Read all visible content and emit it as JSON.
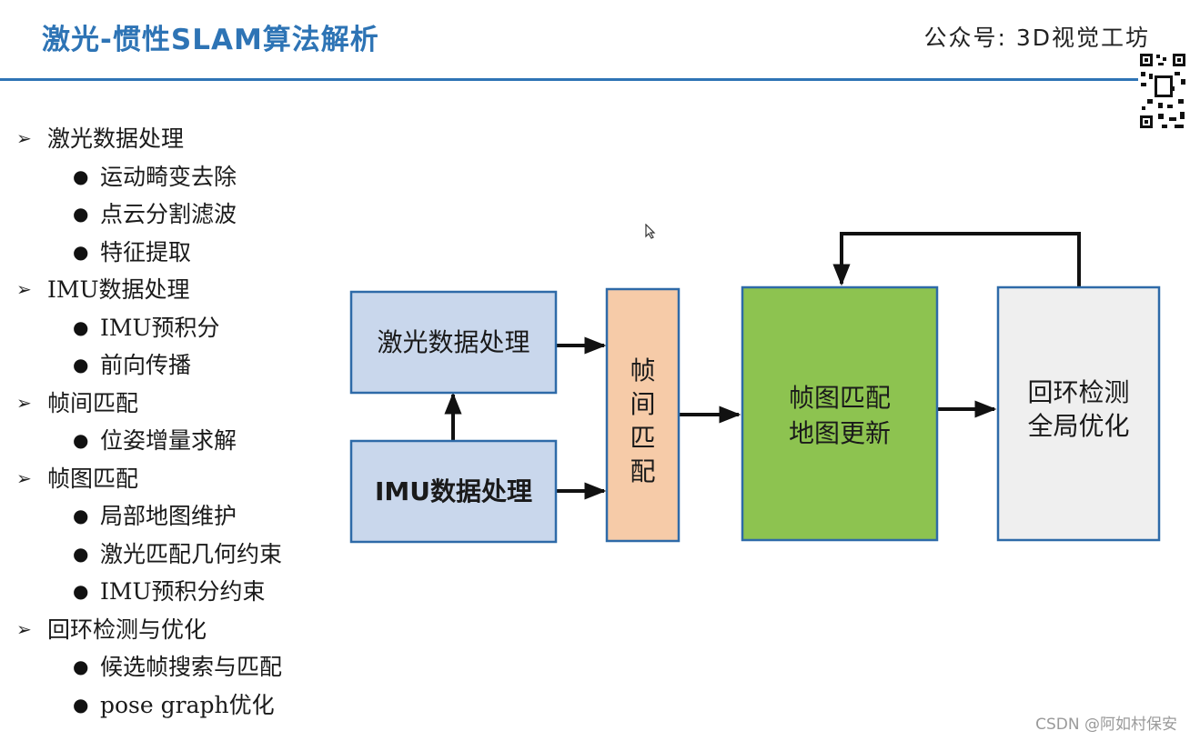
{
  "header": {
    "title": "激光-惯性SLAM算法解析",
    "account": "公众号: 3D视觉工坊"
  },
  "outline": [
    {
      "label": "激光数据处理",
      "children": [
        "运动畸变去除",
        "点云分割滤波",
        "特征提取"
      ]
    },
    {
      "label": "IMU数据处理",
      "children": [
        "IMU预积分",
        "前向传播"
      ]
    },
    {
      "label": "帧间匹配",
      "children": [
        "位姿增量求解"
      ]
    },
    {
      "label": "帧图匹配",
      "children": [
        "局部地图维护",
        "激光匹配几何约束",
        "IMU预积分约束"
      ]
    },
    {
      "label": "回环检测与优化",
      "children": [
        "候选帧搜索与匹配",
        "pose graph优化"
      ]
    }
  ],
  "diagram": {
    "laser_box": "激光数据处理",
    "imu_box": "IMU数据处理",
    "frame_match_box": [
      "帧",
      "间",
      "匹",
      "配"
    ],
    "map_box": [
      "帧图匹配",
      "地图更新"
    ],
    "loop_box": [
      "回环检测",
      "全局优化"
    ]
  },
  "colors": {
    "title": "#2e74b5",
    "laser_imu_fill": "#c9d7ec",
    "frame_match_fill": "#f6cba8",
    "map_fill": "#8dc350",
    "loop_fill": "#efefef",
    "box_border": "#2e6aa8"
  },
  "watermark": "CSDN @阿如村保安"
}
